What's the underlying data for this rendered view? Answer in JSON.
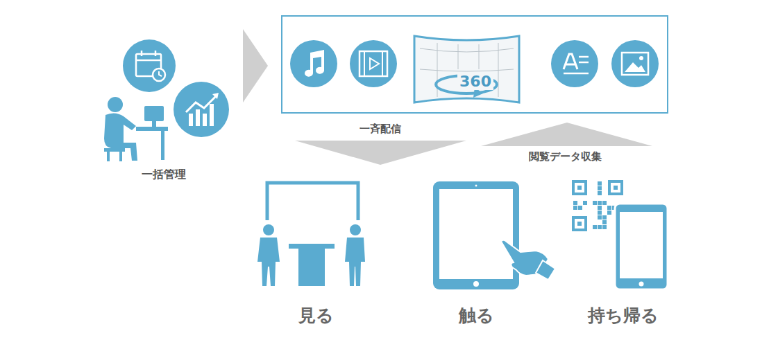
{
  "diagram": {
    "nodes": [
      {
        "text": [
          "360"
        ]
      }
    ],
    "labels": [
      "一括管理",
      "一斉配信",
      "閲覧データ収集",
      "見る",
      "触る",
      "持ち帰る"
    ]
  }
}
